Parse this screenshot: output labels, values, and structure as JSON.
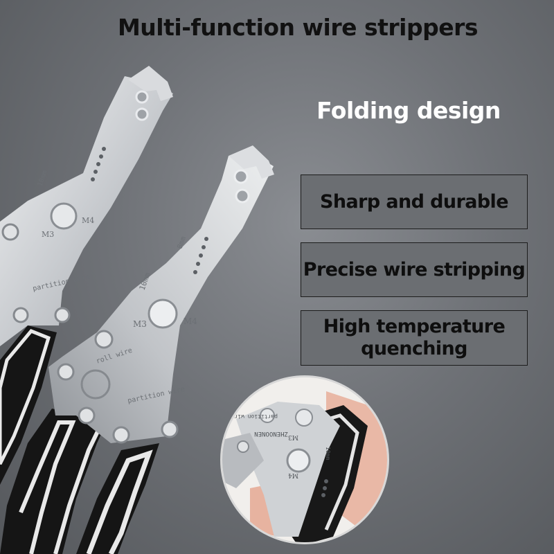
{
  "page": {
    "title": "Multi-function wire strippers",
    "subtitle": "Folding design"
  },
  "features": [
    {
      "label": "Sharp and durable"
    },
    {
      "label": "Precise wire stripping"
    },
    {
      "label": "High temperature quenching"
    }
  ],
  "tool_engravings": {
    "size_10mm": "10mm",
    "m3": "M3",
    "m4": "M4",
    "size_8mm": "8mm",
    "roll_wire": "roll wire",
    "partition_wire": "partition wire"
  },
  "inset": {
    "brand": "ZHENOONEN"
  },
  "colors": {
    "background": "#6f7277",
    "title_text": "#111111",
    "subtitle_text": "#ffffff",
    "box_fill": "#6b6e72",
    "box_border": "#1c1c1c",
    "steel": "#d4d6d9",
    "handle_black": "#151515",
    "handle_white": "#e9e9e9"
  },
  "icons": [
    "wire-stripper-image-left",
    "wire-stripper-image-right",
    "hand-holding-tool-image"
  ]
}
